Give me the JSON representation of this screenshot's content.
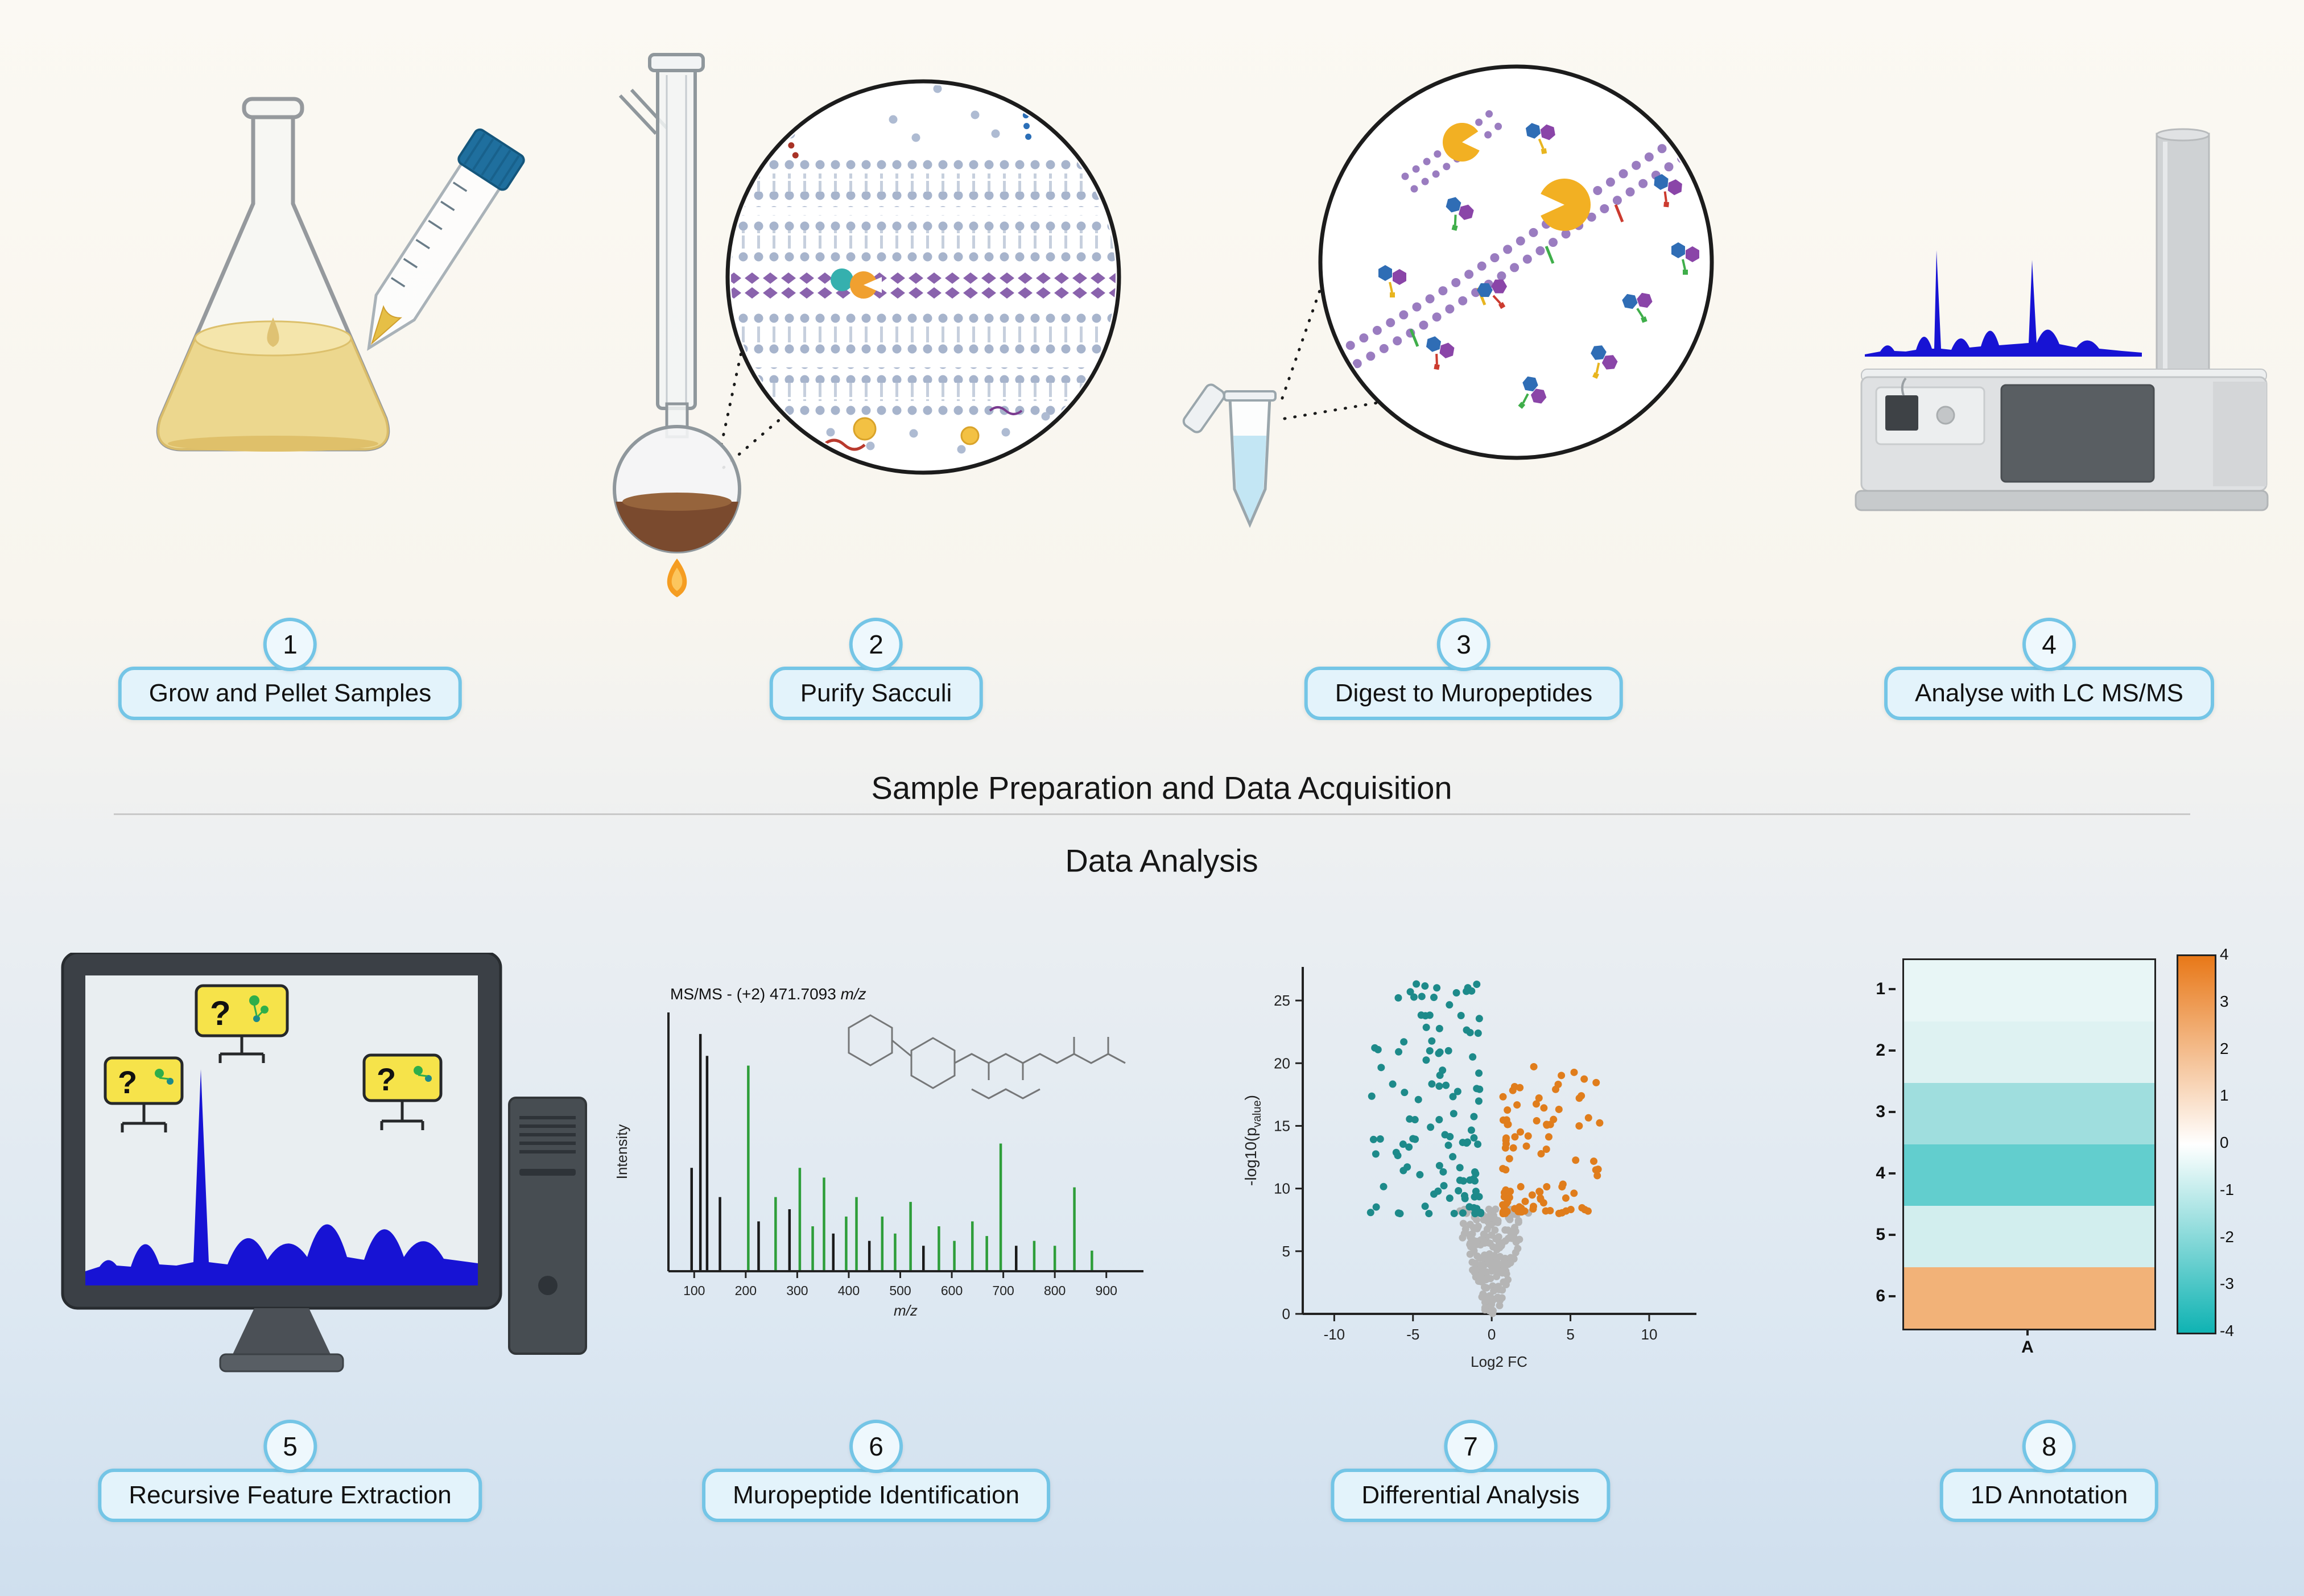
{
  "page": {
    "title_top": "Sample Preparation and Data Acquisition",
    "title_bottom": "Data Analysis"
  },
  "colors": {
    "badge_border": "#74c5e6",
    "badge_fill": "#e3f3fb",
    "chromatogram_blue": "#1713d4",
    "teal_points": "#1d8a8a",
    "orange_points": "#e07d1c",
    "gray_points": "#b5b5b5",
    "enzyme_yellow": "#f2b023",
    "chain_purple": "#9a7cc0"
  },
  "steps": [
    {
      "number": "1",
      "label": "Grow and Pellet Samples"
    },
    {
      "number": "2",
      "label": "Purify Sacculi"
    },
    {
      "number": "3",
      "label": "Digest to Muropeptides"
    },
    {
      "number": "4",
      "label": "Analyse with LC MS/MS"
    },
    {
      "number": "5",
      "label": "Recursive Feature Extraction"
    },
    {
      "number": "6",
      "label": "Muropeptide Identification"
    },
    {
      "number": "7",
      "label": "Differential Analysis"
    },
    {
      "number": "8",
      "label": "1D Annotation"
    }
  ],
  "monitor": {
    "callout_label": "?"
  },
  "chart_data": [
    {
      "id": "msms_spectrum",
      "type": "bar",
      "title_prefix": "MS/MS - (+2) 471.7093 ",
      "title_italic": "m/z",
      "xlabel": "m/z",
      "ylabel": "Intensity",
      "xlim": [
        50,
        950
      ],
      "xticks": [
        100,
        200,
        300,
        400,
        500,
        600,
        700,
        800,
        900
      ],
      "peak_colors": {
        "black": "#1a1a1a",
        "green": "#2e9e3a"
      },
      "peaks": [
        {
          "mz": 95,
          "intensity": 0.42,
          "color": "black"
        },
        {
          "mz": 112,
          "intensity": 0.97,
          "color": "black"
        },
        {
          "mz": 125,
          "intensity": 0.88,
          "color": "black"
        },
        {
          "mz": 150,
          "intensity": 0.3,
          "color": "black"
        },
        {
          "mz": 205,
          "intensity": 0.84,
          "color": "green"
        },
        {
          "mz": 225,
          "intensity": 0.2,
          "color": "black"
        },
        {
          "mz": 258,
          "intensity": 0.3,
          "color": "green"
        },
        {
          "mz": 285,
          "intensity": 0.25,
          "color": "black"
        },
        {
          "mz": 305,
          "intensity": 0.42,
          "color": "green"
        },
        {
          "mz": 330,
          "intensity": 0.18,
          "color": "green"
        },
        {
          "mz": 352,
          "intensity": 0.38,
          "color": "green"
        },
        {
          "mz": 370,
          "intensity": 0.15,
          "color": "black"
        },
        {
          "mz": 395,
          "intensity": 0.22,
          "color": "green"
        },
        {
          "mz": 415,
          "intensity": 0.3,
          "color": "green"
        },
        {
          "mz": 440,
          "intensity": 0.12,
          "color": "black"
        },
        {
          "mz": 465,
          "intensity": 0.22,
          "color": "green"
        },
        {
          "mz": 490,
          "intensity": 0.15,
          "color": "green"
        },
        {
          "mz": 520,
          "intensity": 0.28,
          "color": "green"
        },
        {
          "mz": 545,
          "intensity": 0.1,
          "color": "black"
        },
        {
          "mz": 575,
          "intensity": 0.18,
          "color": "green"
        },
        {
          "mz": 605,
          "intensity": 0.12,
          "color": "green"
        },
        {
          "mz": 640,
          "intensity": 0.2,
          "color": "green"
        },
        {
          "mz": 668,
          "intensity": 0.14,
          "color": "green"
        },
        {
          "mz": 695,
          "intensity": 0.52,
          "color": "green"
        },
        {
          "mz": 725,
          "intensity": 0.1,
          "color": "black"
        },
        {
          "mz": 760,
          "intensity": 0.12,
          "color": "green"
        },
        {
          "mz": 800,
          "intensity": 0.1,
          "color": "green"
        },
        {
          "mz": 838,
          "intensity": 0.34,
          "color": "green"
        },
        {
          "mz": 872,
          "intensity": 0.08,
          "color": "green"
        }
      ]
    },
    {
      "id": "volcano",
      "type": "scatter",
      "xlabel": "Log2 FC",
      "ylabel_prefix": "-log10(p",
      "ylabel_sub": "value",
      "ylabel_suffix": ")",
      "xlim": [
        -12,
        13
      ],
      "ylim": [
        0,
        27
      ],
      "xticks": [
        -10,
        -5,
        0,
        5,
        10
      ],
      "yticks": [
        0,
        5,
        10,
        15,
        20,
        25
      ],
      "clusters": [
        {
          "name": "not_significant",
          "color": "#b5b5b5",
          "count": 190,
          "seed": 29,
          "side": 0,
          "x_base": 0,
          "x_spread": 2.1,
          "y_base": 0,
          "y_spread": 8.4
        },
        {
          "name": "downregulated",
          "color": "#1d8a8a",
          "count": 115,
          "seed": 7,
          "side": -1,
          "x_base": 0.7,
          "x_spread": 7.2,
          "y_base": 8,
          "y_spread": 18.5
        },
        {
          "name": "upregulated",
          "color": "#e07d1c",
          "count": 100,
          "seed": 13,
          "side": 1,
          "x_base": 0.7,
          "x_spread": 6.2,
          "y_base": 8,
          "y_spread": 12
        }
      ]
    },
    {
      "id": "heatmap",
      "type": "heatmap",
      "rows": [
        "1",
        "2",
        "3",
        "4",
        "5",
        "6"
      ],
      "columns": [
        "A"
      ],
      "values": [
        [
          -0.4
        ],
        [
          -0.6
        ],
        [
          -1.6
        ],
        [
          -2.6
        ],
        [
          -0.8
        ],
        [
          2.2
        ]
      ],
      "row_colors": [
        "#e8f6f6",
        "#def2f2",
        "#9fdede",
        "#62cece",
        "#d2eeee",
        "#f2b278"
      ],
      "colorbar": {
        "ticks": [
          "4",
          "3",
          "2",
          "1",
          "0",
          "-1",
          "-2",
          "-3",
          "-4"
        ],
        "top_color": "#e87818",
        "mid_color": "#ffffff",
        "bottom_color": "#0fb3b3"
      }
    }
  ]
}
